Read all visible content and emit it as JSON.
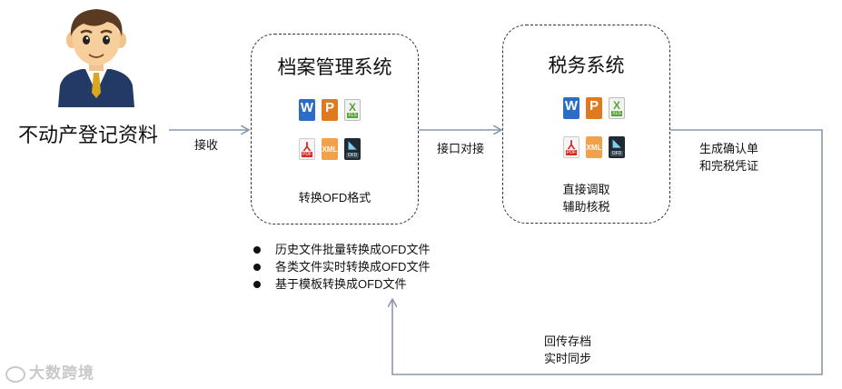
{
  "person": {
    "label": "不动产登记资料"
  },
  "arrows": {
    "receive": "接收",
    "interface": "接口对接",
    "generate": [
      "生成确认单",
      "和完税凭证"
    ],
    "return": [
      "回传存档",
      "实时同步"
    ]
  },
  "archive_system": {
    "title": "档案管理系统",
    "caption": "转换OFD格式",
    "file_icons": [
      "word-icon",
      "wps-icon",
      "excel-icon",
      "pdf-icon",
      "xml-icon",
      "ofd-icon"
    ]
  },
  "tax_system": {
    "title": "税务系统",
    "caption": [
      "直接调取",
      "辅助核税"
    ],
    "file_icons": [
      "word-icon",
      "wps-icon",
      "excel-icon",
      "pdf-icon",
      "xml-icon",
      "ofd-icon"
    ]
  },
  "bullets": [
    "历史文件批量转换成OFD文件",
    "各类文件实时转换成OFD文件",
    "基于模板转换成OFD文件"
  ],
  "colors": {
    "arrow": "#8a97ad",
    "box_border": "#333333",
    "word": "#2b6cc4",
    "wps": "#e07a1f",
    "excel": "#5aa33c",
    "pdf": "#d92b24",
    "xml": "#f2a04a",
    "ofd": "#1f2a33",
    "suit": "#243a66"
  },
  "watermark": "大数跨境"
}
